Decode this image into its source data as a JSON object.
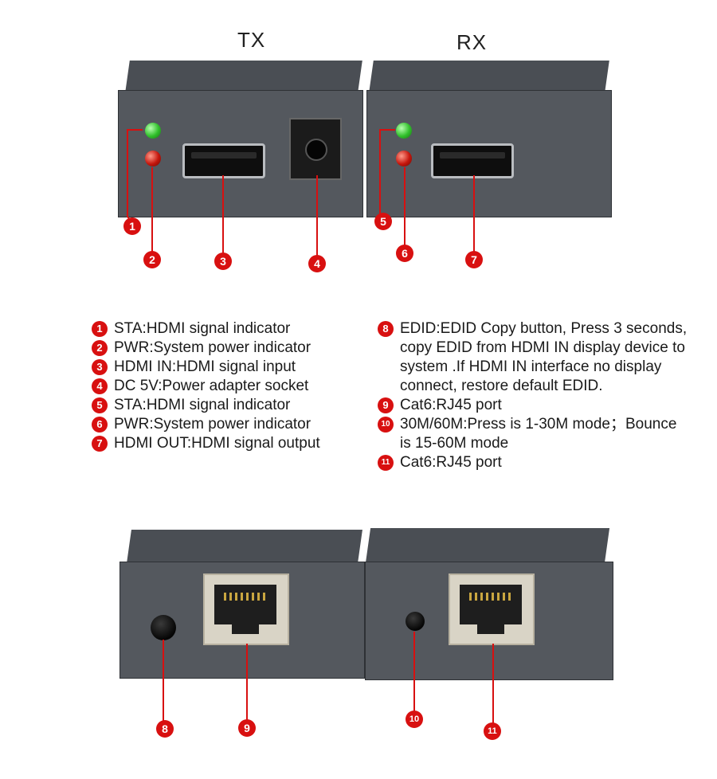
{
  "titles": {
    "tx": "TX",
    "rx": "RX"
  },
  "callouts": [
    "1",
    "2",
    "3",
    "4",
    "5",
    "6",
    "7",
    "8",
    "9",
    "10",
    "11"
  ],
  "legend_left": [
    {
      "num": "1",
      "text": "STA:HDMI signal indicator"
    },
    {
      "num": "2",
      "text": "PWR:System power indicator"
    },
    {
      "num": "3",
      "text": "HDMI IN:HDMI signal input"
    },
    {
      "num": "4",
      "text": "DC 5V:Power adapter socket"
    },
    {
      "num": "5",
      "text": "STA:HDMI signal indicator"
    },
    {
      "num": "6",
      "text": "PWR:System power indicator"
    },
    {
      "num": "7",
      "text": "HDMI OUT:HDMI signal output"
    }
  ],
  "legend_right": [
    {
      "num": "8",
      "text": "EDID:EDID Copy button, Press 3 seconds, copy EDID from HDMI IN display device to system .If HDMI IN interface no display connect, restore default EDID."
    },
    {
      "num": "9",
      "text": "Cat6:RJ45 port"
    },
    {
      "num": "10",
      "text": "30M/60M:Press is 1-30M mode；Bounce is 15-60M mode"
    },
    {
      "num": "11",
      "text": "Cat6:RJ45 port"
    }
  ],
  "colors": {
    "callout": "#d81010",
    "device": "#54585e",
    "led_green": "#2fbf2a",
    "led_red": "#c4160c"
  }
}
